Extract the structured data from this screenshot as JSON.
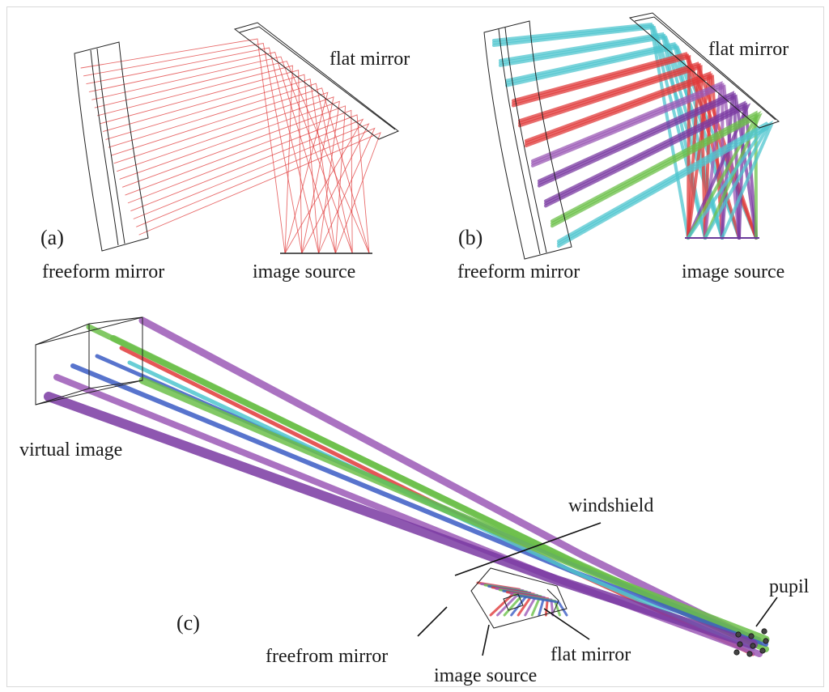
{
  "panels": [
    {
      "id": "a",
      "tag": "(a)",
      "labels": {
        "freeform_mirror": "freeform mirror",
        "flat_mirror": "flat mirror",
        "image_source": "image source"
      }
    },
    {
      "id": "b",
      "tag": "(b)",
      "labels": {
        "freeform_mirror": "freeform mirror",
        "flat_mirror": "flat mirror",
        "image_source": "image source"
      }
    },
    {
      "id": "c",
      "tag": "(c)",
      "labels": {
        "virtual_image": "virtual image",
        "windshield": "windshield",
        "pupil": "pupil",
        "freeform_mirror": "freefrom mirror",
        "image_source": "image source",
        "flat_mirror": "flat mirror"
      }
    }
  ],
  "colors": {
    "ray_red": "#e03a3a",
    "ray_cyan": "#4fc6cf",
    "ray_purple": "#7a3aa2",
    "ray_violet": "#9b59b6",
    "ray_green": "#6cc04a",
    "ray_blue": "#3b5cc4",
    "ray_teal": "#2ea8a8",
    "outline": "#222222"
  }
}
